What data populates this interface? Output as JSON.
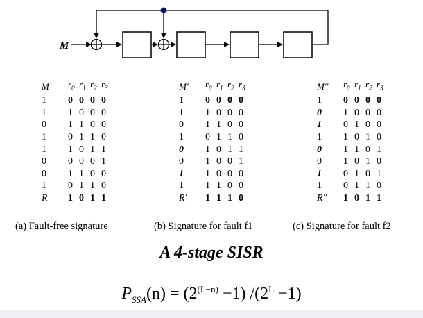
{
  "circuit": {
    "input_label": "M"
  },
  "tables": [
    {
      "headers": [
        "M",
        "r0",
        "r1",
        "r2",
        "r3"
      ],
      "rows": [
        [
          "1",
          "0",
          "0",
          "0",
          "0"
        ],
        [
          "1",
          "1",
          "0",
          "0",
          "0"
        ],
        [
          "0",
          "1",
          "1",
          "0",
          "0"
        ],
        [
          "1",
          "0",
          "1",
          "1",
          "0"
        ],
        [
          "1",
          "1",
          "0",
          "1",
          "1"
        ],
        [
          "0",
          "0",
          "0",
          "0",
          "1"
        ],
        [
          "0",
          "1",
          "1",
          "0",
          "0"
        ],
        [
          "1",
          "0",
          "1",
          "1",
          "0"
        ],
        [
          "R",
          "1",
          "0",
          "1",
          "1"
        ]
      ],
      "caption": "(a) Fault-free signature"
    },
    {
      "headers": [
        "M'",
        "r0",
        "r1",
        "r2",
        "r3"
      ],
      "rows": [
        [
          "1",
          "0",
          "0",
          "0",
          "0"
        ],
        [
          "1",
          "1",
          "0",
          "0",
          "0"
        ],
        [
          "0",
          "1",
          "1",
          "0",
          "0"
        ],
        [
          "1",
          "0",
          "1",
          "1",
          "0"
        ],
        [
          "0",
          "1",
          "0",
          "1",
          "1"
        ],
        [
          "0",
          "1",
          "0",
          "0",
          "1"
        ],
        [
          "1",
          "1",
          "0",
          "0",
          "0"
        ],
        [
          "1",
          "1",
          "1",
          "0",
          "0"
        ],
        [
          "R'",
          "1",
          "1",
          "1",
          "0"
        ]
      ],
      "caption": "(b) Signature for fault f1"
    },
    {
      "headers": [
        "M''",
        "r0",
        "r1",
        "r2",
        "r3"
      ],
      "rows": [
        [
          "1",
          "0",
          "0",
          "0",
          "0"
        ],
        [
          "0",
          "1",
          "0",
          "0",
          "0"
        ],
        [
          "1",
          "0",
          "1",
          "0",
          "0"
        ],
        [
          "1",
          "1",
          "0",
          "1",
          "0"
        ],
        [
          "0",
          "1",
          "1",
          "0",
          "1"
        ],
        [
          "0",
          "1",
          "0",
          "1",
          "0"
        ],
        [
          "1",
          "0",
          "1",
          "0",
          "1"
        ],
        [
          "1",
          "0",
          "1",
          "1",
          "0"
        ],
        [
          "R''",
          "1",
          "0",
          "1",
          "1"
        ]
      ],
      "caption": "(c) Signature for fault f2"
    }
  ],
  "title": "A 4-stage SISR",
  "formula": {
    "lhs": "P",
    "lhs_sub": "SSA",
    "arg": "(n) = (2",
    "exp1": "(L−n)",
    "mid": " −1) /(2",
    "exp2": "L",
    "end": " −1)"
  }
}
